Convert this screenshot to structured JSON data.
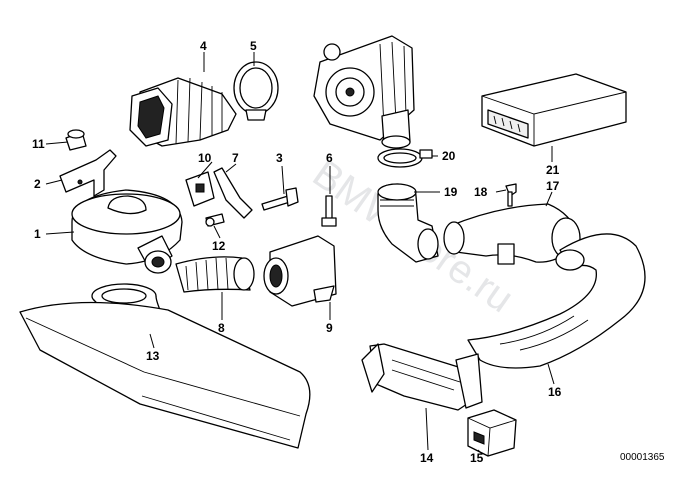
{
  "watermark": "BMWstore.ru",
  "diagram_id": "00001365",
  "callouts": [
    "1",
    "2",
    "3",
    "4",
    "5",
    "6",
    "7",
    "8",
    "9",
    "10",
    "11",
    "12",
    "13",
    "14",
    "15",
    "16",
    "17",
    "18",
    "19",
    "20",
    "21"
  ]
}
